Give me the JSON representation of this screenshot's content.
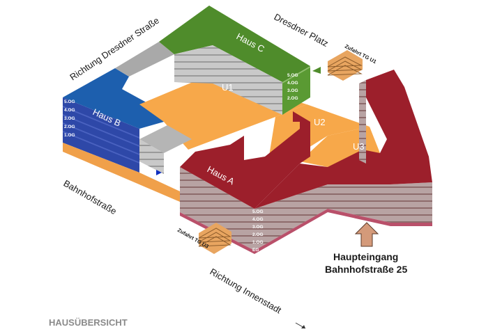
{
  "colors": {
    "haus_a": "#9c1f2b",
    "haus_b": "#1d5fae",
    "haus_c": "#4f8c2b",
    "parking": "#f7a84a",
    "connector": "#b5b5b5"
  },
  "labels": {
    "haus_a": "Haus A",
    "haus_b": "Haus B",
    "haus_c": "Haus C",
    "u1": "U1",
    "u2": "U2",
    "u3": "U3"
  },
  "streets": {
    "richtung_dresdner_strasse": "Richtung Dresdner Straße",
    "dresdner_platz": "Dresdner Platz",
    "bahnhofstrasse": "Bahnhofstraße",
    "richtung_innenstadt": "Richtung Innenstadt"
  },
  "access": {
    "zufahrt_u1": "Zufahrt TG U1",
    "zufahrt_u3": "Zufahrt TG U3"
  },
  "entrance": {
    "line1": "Haupteingang",
    "line2": "Bahnhofstraße 25"
  },
  "floors": {
    "haus_a": [
      "5.OG",
      "4.OG",
      "3.OG",
      "2.OG",
      "1.OG",
      "EG"
    ],
    "haus_b": [
      "5.OG",
      "4.OG",
      "3.OG",
      "2.OG",
      "1.OG"
    ],
    "haus_c": [
      "5.OG",
      "4.OG",
      "3.OG",
      "2.OG"
    ]
  },
  "footer": {
    "title": "HAUSÜBERSICHT"
  }
}
